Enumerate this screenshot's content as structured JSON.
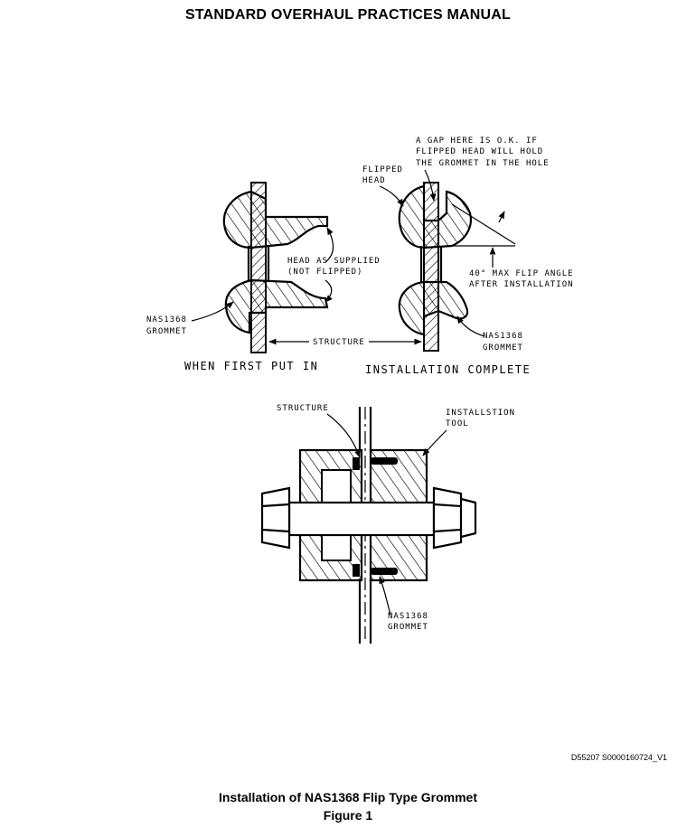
{
  "header": {
    "title": "STANDARD OVERHAUL PRACTICES MANUAL"
  },
  "left_view": {
    "labels": {
      "head_as_supplied_1": "HEAD AS SUPPLIED",
      "head_as_supplied_2": "(NOT FLIPPED)",
      "grommet_1": "NAS1368",
      "grommet_2": "GROMMET",
      "structure": "STRUCTURE"
    },
    "subtitle": "WHEN FIRST PUT IN"
  },
  "right_view": {
    "labels": {
      "gap_note_1": "A GAP HERE IS O.K. IF",
      "gap_note_2": "FLIPPED HEAD WILL HOLD",
      "gap_note_3": "THE GROMMET IN THE HOLE",
      "flipped_head_1": "FLIPPED",
      "flipped_head_2": "HEAD",
      "angle_1": "40° MAX FLIP ANGLE",
      "angle_2": "AFTER INSTALLATION",
      "grommet_1": "NAS1368",
      "grommet_2": "GROMMET"
    },
    "subtitle": "INSTALLATION COMPLETE"
  },
  "tool_view": {
    "labels": {
      "structure": "STRUCTURE",
      "tool_1": "INSTALLSTION",
      "tool_2": "TOOL",
      "grommet_1": "NAS1368",
      "grommet_2": "GROMMET"
    }
  },
  "document_id": "D55207 S0000160724_V1",
  "caption": {
    "line1": "Installation of NAS1368 Flip Type Grommet",
    "line2": "Figure 1"
  }
}
